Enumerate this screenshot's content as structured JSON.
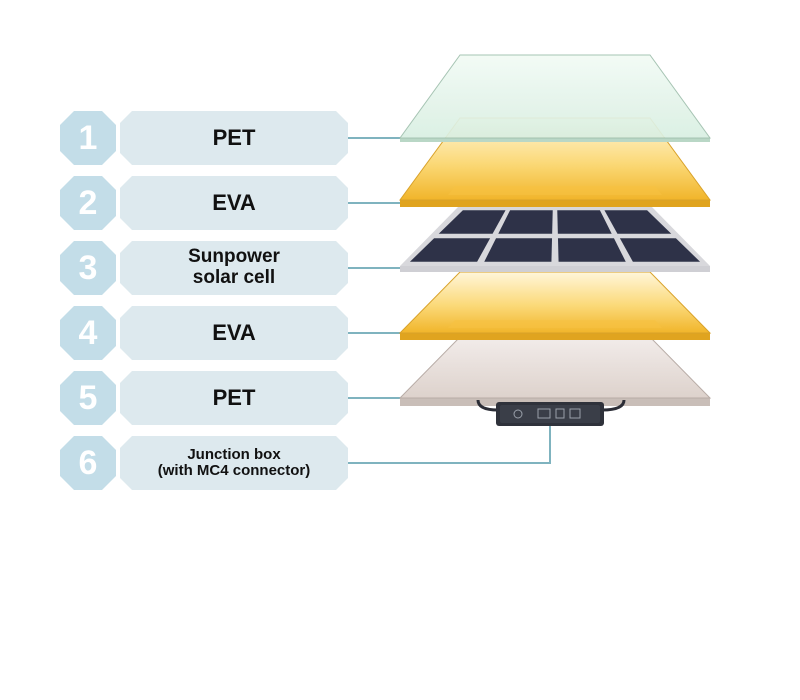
{
  "layers": [
    {
      "number": "1",
      "label": "PET",
      "size": "lg"
    },
    {
      "number": "2",
      "label": "EVA",
      "size": "lg"
    },
    {
      "number": "3",
      "label": "Sunpower\nsolar cell",
      "size": "md"
    },
    {
      "number": "4",
      "label": "EVA",
      "size": "lg"
    },
    {
      "number": "5",
      "label": "PET",
      "size": "lg"
    },
    {
      "number": "6",
      "label": "Junction box\n(with MC4 connector)",
      "size": "sm"
    }
  ],
  "colors": {
    "badge": "#c3dde8",
    "label_bg": "#dde9ee",
    "connector": "#7fb3bf",
    "pet_top": "#e6f5ec",
    "eva": "#f7c64a",
    "cell": "#2e3248",
    "pet_back": "#e9e1dc"
  }
}
